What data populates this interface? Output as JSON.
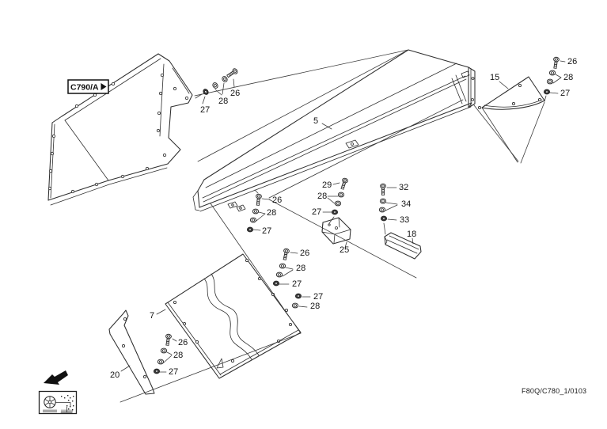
{
  "reference": {
    "label": "C790/A",
    "marker": "right-arrow",
    "doc_number": "F80Q/C780_1/0103"
  },
  "parts": {
    "p5": "5",
    "p7": "7",
    "p15": "15",
    "p18": "18",
    "p20": "20",
    "p25": "25",
    "p26": "26",
    "p27": "27",
    "p28": "28",
    "p29": "29",
    "p32": "32",
    "p33": "33",
    "p34": "34"
  },
  "callouts": [
    {
      "part": "27",
      "group": "upper-left-fasteners",
      "type": "washer"
    },
    {
      "part": "28",
      "group": "upper-left-fasteners",
      "type": "washer-pair"
    },
    {
      "part": "26",
      "group": "upper-left-fasteners",
      "type": "bolt"
    },
    {
      "part": "26",
      "group": "upper-right-fasteners",
      "type": "bolt"
    },
    {
      "part": "28",
      "group": "upper-right-fasteners",
      "type": "washer-pair"
    },
    {
      "part": "27",
      "group": "upper-right-fasteners",
      "type": "washer"
    },
    {
      "part": "15",
      "group": "triangle-panel",
      "type": "panel"
    },
    {
      "part": "5",
      "group": "top-rail-panel",
      "type": "panel"
    },
    {
      "part": "26",
      "group": "mid-left-fasteners",
      "type": "bolt"
    },
    {
      "part": "28",
      "group": "mid-left-fasteners",
      "type": "washer-pair"
    },
    {
      "part": "27",
      "group": "mid-left-fasteners",
      "type": "washer"
    },
    {
      "part": "29",
      "group": "center-left-fasteners",
      "type": "bolt"
    },
    {
      "part": "28",
      "group": "center-left-fasteners",
      "type": "washer-pair"
    },
    {
      "part": "27",
      "group": "center-left-fasteners",
      "type": "washer"
    },
    {
      "part": "32",
      "group": "center-right-fasteners",
      "type": "bolt"
    },
    {
      "part": "34",
      "group": "center-right-fasteners",
      "type": "washer-pair"
    },
    {
      "part": "33",
      "group": "center-right-fasteners",
      "type": "washer"
    },
    {
      "part": "25",
      "group": "mounting-bracket",
      "type": "bracket"
    },
    {
      "part": "18",
      "group": "support-rail",
      "type": "rail"
    },
    {
      "part": "26",
      "group": "lower-mid-fasteners",
      "type": "bolt"
    },
    {
      "part": "28",
      "group": "lower-mid-fasteners",
      "type": "washer-pair"
    },
    {
      "part": "27",
      "group": "lower-mid-fasteners",
      "type": "washer"
    },
    {
      "part": "27",
      "group": "lower-mid-pair",
      "type": "washer"
    },
    {
      "part": "28",
      "group": "lower-mid-pair",
      "type": "washer"
    },
    {
      "part": "7",
      "group": "lower-panel",
      "type": "panel"
    },
    {
      "part": "26",
      "group": "bottom-left-fasteners",
      "type": "bolt"
    },
    {
      "part": "28",
      "group": "bottom-left-fasteners",
      "type": "washer-pair"
    },
    {
      "part": "27",
      "group": "bottom-left-fasteners",
      "type": "washer"
    },
    {
      "part": "20",
      "group": "side-bracket",
      "type": "bracket"
    }
  ],
  "colors": {
    "line": "#2e2e2e",
    "text": "#141414",
    "background": "#ffffff"
  }
}
